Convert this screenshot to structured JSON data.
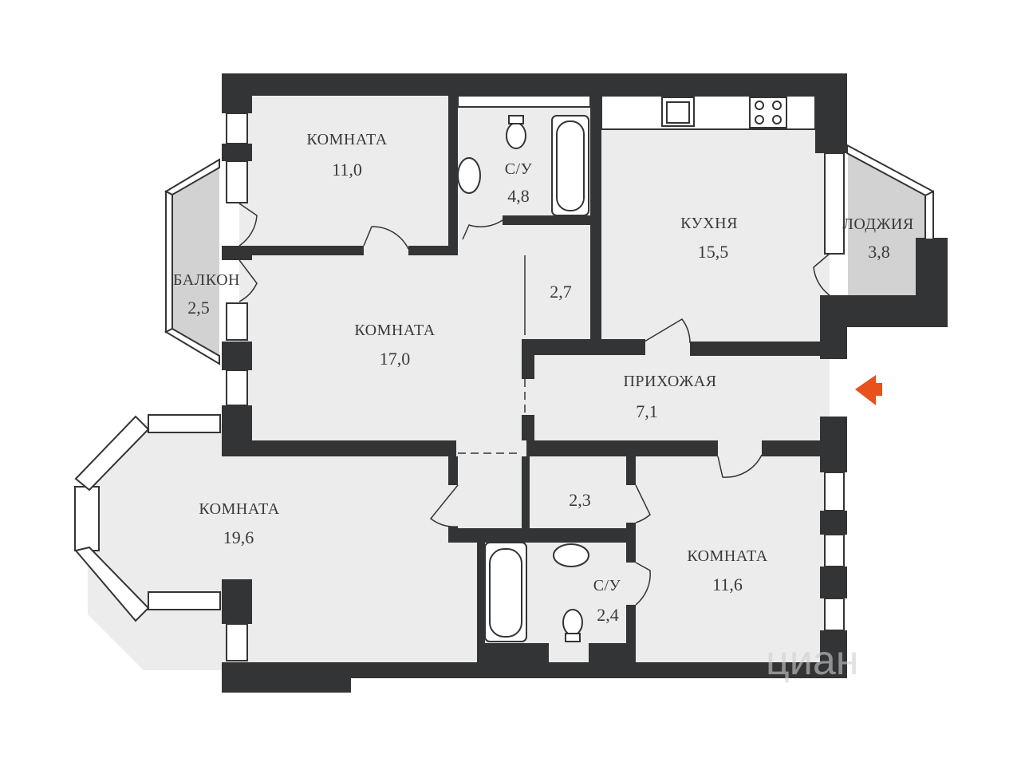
{
  "plan": {
    "accent_color": "#e8501c",
    "rooms": [
      {
        "label": "КОМНАТА",
        "area": "11,0"
      },
      {
        "label": "С/У",
        "area": "4,8"
      },
      {
        "label": "КУХНЯ",
        "area": "15,5"
      },
      {
        "label": "ЛОДЖИЯ",
        "area": "3,8"
      },
      {
        "label": "БАЛКОН",
        "area": "2,5"
      },
      {
        "label": "КОМНАТА",
        "area": "17,0"
      },
      {
        "label": "",
        "area": "2,7"
      },
      {
        "label": "ПРИХОЖАЯ",
        "area": "7,1"
      },
      {
        "label": "КОМНАТА",
        "area": "19,6"
      },
      {
        "label": "",
        "area": "2,3"
      },
      {
        "label": "С/У",
        "area": "2,4"
      },
      {
        "label": "КОМНАТА",
        "area": "11,6"
      }
    ],
    "entrance_icon": "entrance-arrow-icon",
    "watermark": "циан"
  }
}
